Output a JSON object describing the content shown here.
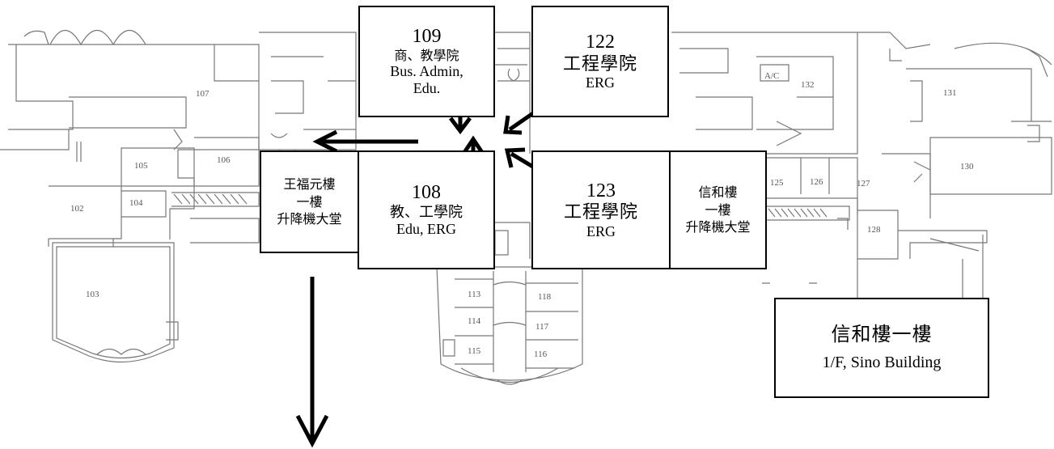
{
  "rooms": {
    "r102": "102",
    "r103": "103",
    "r104": "104",
    "r105": "105",
    "r106": "106",
    "r107": "107",
    "r113": "113",
    "r114": "114",
    "r115": "115",
    "r116": "116",
    "r117": "117",
    "r118": "118",
    "r125": "125",
    "r126": "126",
    "r127": "127",
    "r128": "128",
    "r130": "130",
    "r131": "131",
    "r132": "132",
    "ac": "A/C"
  },
  "labels": {
    "room109": {
      "number": "109",
      "line1": "商、教學院",
      "line2": "Bus. Admin,",
      "line3": "Edu."
    },
    "room122": {
      "number": "122",
      "line1": "工程學院",
      "line2": "ERG"
    },
    "room108": {
      "number": "108",
      "line1": "教、工學院",
      "line2": "Edu, ERG"
    },
    "room123": {
      "number": "123",
      "line1": "工程學院",
      "line2": "ERG"
    },
    "lobby_wong": {
      "line1": "王福元樓",
      "line2": "一樓",
      "line3": "升降機大堂"
    },
    "lobby_sino": {
      "line1": "信和樓",
      "line2": "一樓",
      "line3": "升降機大堂"
    },
    "floor_title": {
      "line1": "信和樓一樓",
      "line2": "1/F, Sino Building"
    }
  },
  "arrows": [
    "arrow-left",
    "arrow-down-to-center",
    "arrow-up-to-center",
    "arrow-from-122",
    "arrow-from-123",
    "arrow-down-exit"
  ]
}
